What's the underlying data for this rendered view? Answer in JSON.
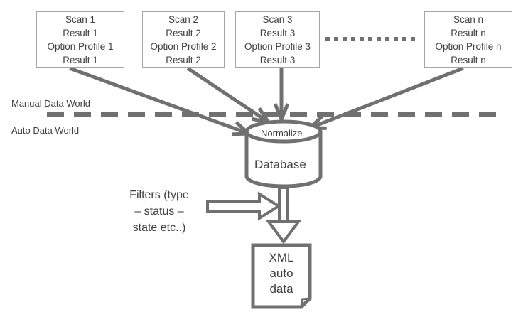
{
  "scans": [
    {
      "scan": "Scan 1",
      "result": "Result 1",
      "option_profile": "Option Profile 1",
      "result2": "Result 1"
    },
    {
      "scan": "Scan 2",
      "result": "Result 2",
      "option_profile": "Option Profile 2",
      "result2": "Result 2"
    },
    {
      "scan": "Scan 3",
      "result": "Result 3",
      "option_profile": "Option Profile 3",
      "result2": "Result 3"
    },
    {
      "scan": "Scan n",
      "result": "Result n",
      "option_profile": "Option Profile n",
      "result2": "Result n"
    }
  ],
  "worlds": {
    "manual": "Manual Data World",
    "auto": "Auto Data World"
  },
  "database": {
    "normalize": "Normalize",
    "name": "Database"
  },
  "filters": {
    "line1": "Filters (type",
    "line2": "– status –",
    "line3": "state etc..)"
  },
  "output": {
    "line1": "XML",
    "line2": "auto",
    "line3": "data"
  },
  "colors": {
    "stroke": "#707070",
    "text": "#404040",
    "box_border": "#a6a6a6"
  }
}
